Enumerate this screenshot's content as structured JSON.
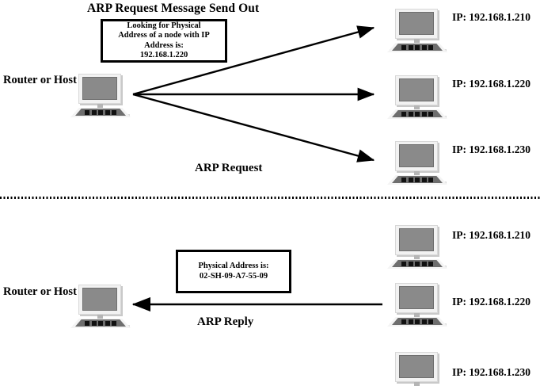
{
  "diagram": {
    "background_color": "#ffffff",
    "line_color": "#000000",
    "screen_color": "#8a8a8a"
  },
  "top_section": {
    "title": "ARP Request Message Send Out",
    "source_label": "Router or Host",
    "flow_label": "ARP Request",
    "message_box": {
      "line1": "Looking for Physical",
      "line2": "Address of a node with IP",
      "line3": "Address is:",
      "line4": "192.168.1.220"
    },
    "nodes": [
      {
        "ip": "IP: 192.168.1.210"
      },
      {
        "ip": "IP: 192.168.1.220"
      },
      {
        "ip": "IP: 192.168.1.230"
      }
    ]
  },
  "bottom_section": {
    "destination_label": "Router or Host",
    "flow_label": "ARP Reply",
    "message_box": {
      "line1": "Physical Address is:",
      "line2": "02-SH-09-A7-55-09"
    },
    "nodes": [
      {
        "ip": "IP: 192.168.1.210"
      },
      {
        "ip": "IP: 192.168.1.220"
      },
      {
        "ip": "IP: 192.168.1.230"
      }
    ]
  }
}
